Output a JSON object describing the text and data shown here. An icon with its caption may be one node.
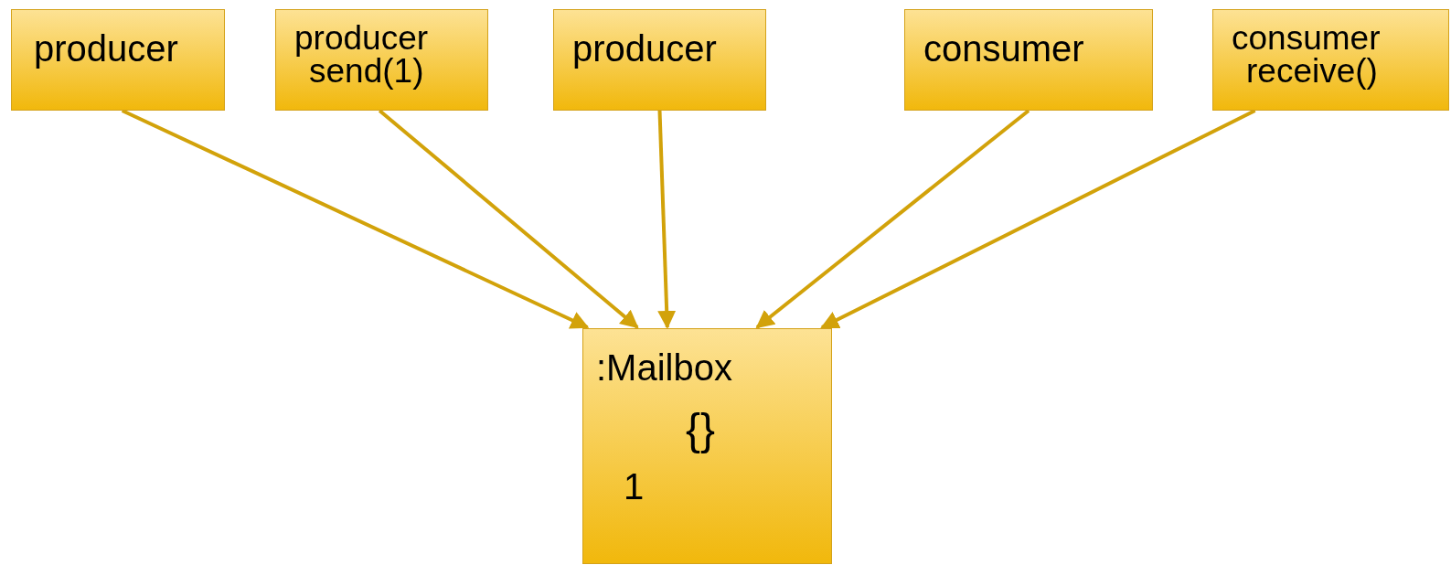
{
  "diagram": {
    "nodes": [
      {
        "text": [
          "producer"
        ]
      },
      {
        "text": [
          "producer",
          "send(1)"
        ]
      },
      {
        "text": [
          "producer"
        ]
      },
      {
        "text": [
          "consumer"
        ]
      },
      {
        "text": [
          "consumer",
          "receive()"
        ]
      },
      {
        "text": [
          ":Mailbox",
          "{}",
          "1"
        ]
      }
    ],
    "edges": [
      {
        "from": 0,
        "to": 5,
        "arrow": "to"
      },
      {
        "from": 1,
        "to": 5,
        "arrow": "to"
      },
      {
        "from": 2,
        "to": 5,
        "arrow": "to"
      },
      {
        "from": 3,
        "to": 5,
        "arrow": "to"
      },
      {
        "from": 4,
        "to": 5,
        "arrow": "to"
      }
    ]
  }
}
